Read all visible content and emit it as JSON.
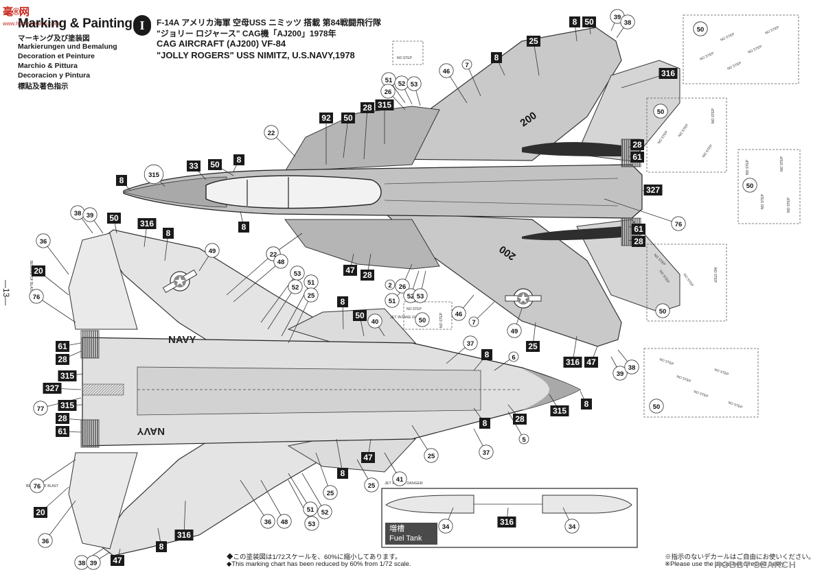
{
  "logo": {
    "mark": "毫®网",
    "url": "www.hobbysearch.com"
  },
  "title": "Marking & Painting",
  "subtitles": [
    "マーキング及び塗装図",
    "Markierungen und Bemalung",
    "Decoration et Peinture",
    "Marchio & Pittura",
    "Decoracion y Pintura",
    "標貼及著色指示"
  ],
  "scheme": {
    "number": "I",
    "jp_line1": "F-14A アメリカ海軍 空母USS ニミッツ 搭載 第84戦闘飛行隊",
    "jp_line2": "\"ジョリー ロジャース\" CAG機「AJ200」1978年",
    "en_line1": "CAG AIRCRAFT (AJ200) VF-84",
    "en_line2": "\"JOLLY ROGERS\" USS NIMITZ, U.S.NAVY,1978"
  },
  "aircraft": {
    "side_number": "200",
    "navy_text": "NAVY"
  },
  "decal_text": {
    "no_step": "NO STEP",
    "jet_intake": "JET INTAKE DANGER",
    "beware_blast": "BEWARE OF BLAST"
  },
  "fuel_tank": {
    "label_jp": "増槽",
    "label_en": "Fuel Tank"
  },
  "page_number": "—13—",
  "footnotes": {
    "jp_reduced": "◆この塗装図は1/72スケールを、60%に縮小してあります。",
    "en_reduced": "◆This marking chart has been reduced by 60% from 1/72 scale.",
    "jp_free": "※指示のないデカールはご自由にお使いください。",
    "en_free": "※Please use the decal not directed freely."
  },
  "watermark": "HOBBY SEARCH",
  "callouts": {
    "top_left": [
      "8",
      "315",
      "33",
      "50",
      "8",
      "8",
      "92",
      "50",
      "28",
      "315",
      "22",
      "51",
      "52",
      "53",
      "26",
      "46",
      "7",
      "8",
      "25",
      "50",
      "39",
      "38"
    ],
    "top_right": [
      "316",
      "28",
      "61",
      "327",
      "76",
      "61",
      "28",
      "8",
      "25",
      "316",
      "47",
      "39",
      "38",
      "49",
      "7",
      "46",
      "50"
    ],
    "top_center_low": [
      "22",
      "47",
      "28",
      "26",
      "52",
      "53",
      "51",
      "2"
    ],
    "bottom_left": [
      "38",
      "39",
      "50",
      "316",
      "8",
      "49",
      "36",
      "20",
      "76",
      "61",
      "28",
      "315",
      "327",
      "77",
      "315",
      "28",
      "61",
      "76",
      "20",
      "36",
      "38",
      "39",
      "47",
      "8",
      "316",
      "36",
      "48",
      "53",
      "51",
      "52"
    ],
    "bottom_center": [
      "22",
      "48",
      "53",
      "52",
      "51",
      "25",
      "8",
      "50",
      "40",
      "37",
      "8",
      "6",
      "8",
      "28",
      "5",
      "315",
      "8",
      "37",
      "25",
      "47",
      "41",
      "25",
      "8",
      "25"
    ],
    "fuel": [
      "34",
      "316",
      "34"
    ],
    "stencil_boxes": [
      "50",
      "50",
      "50",
      "50",
      "50",
      "50"
    ]
  }
}
